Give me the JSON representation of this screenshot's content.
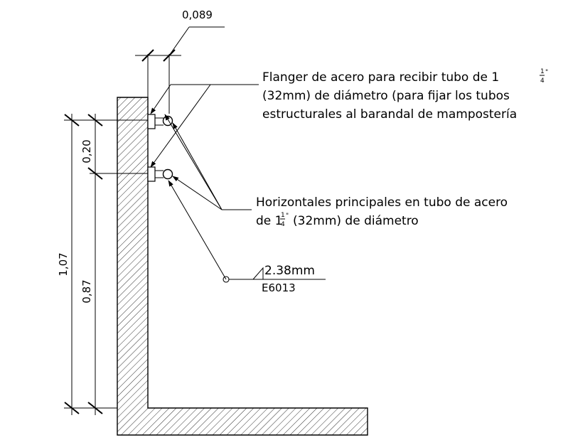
{
  "dimensions": {
    "top_gap": "0,089",
    "spacing": "0,20",
    "total_height": "1,07",
    "lower_height": "0,87"
  },
  "callouts": {
    "flanger": {
      "line1_prefix": "Flanger de acero para recibir tubo de 1",
      "line2": "(32mm) de diámetro (para fijar los tubos",
      "line3": "estructurales al barandal de mampostería"
    },
    "horizontales": {
      "line1": "Horizontales principales en tubo de acero",
      "line2_prefix": "de 1",
      "line2_suffix": "(32mm) de diámetro"
    },
    "fraction": {
      "num": "1",
      "den": "4",
      "inch": "\""
    }
  },
  "weld": {
    "size": "2.38mm",
    "electrode": "E6013"
  }
}
